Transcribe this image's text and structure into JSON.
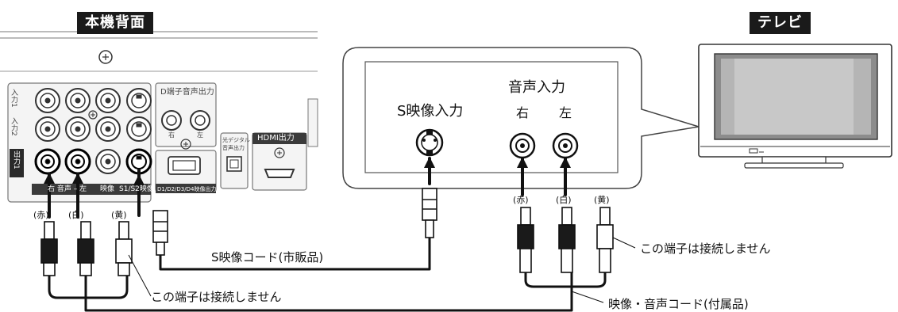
{
  "title_device": "本機背面",
  "title_tv": "テレビ",
  "panel": {
    "input1": "入力1",
    "input2": "入力2",
    "output1": "出力1",
    "d_audio_out": "D端子音声出力",
    "right_small": "右",
    "left_small": "左",
    "optical_line1": "光デジタル",
    "optical_line2": "音声出力",
    "hdmi_out": "HDMI出力",
    "bottom_audio": "右 音声 – 左",
    "bottom_video": "映像",
    "bottom_svideo": "S1/S2映像",
    "bottom_d": "D1/D2/D3/D4映像出力"
  },
  "callout": {
    "svideo_in": "S映像入力",
    "audio_in": "音声入力",
    "right": "右",
    "left": "左"
  },
  "plugs": {
    "red": "(赤)",
    "white": "(白)",
    "yellow": "(黄)"
  },
  "labels": {
    "svideo_cord": "S映像コード(市販品)",
    "not_connected_left": "この端子は接続しません",
    "not_connected_right": "この端子は接続しません",
    "av_cord": "映像・音声コード(付属品)"
  }
}
